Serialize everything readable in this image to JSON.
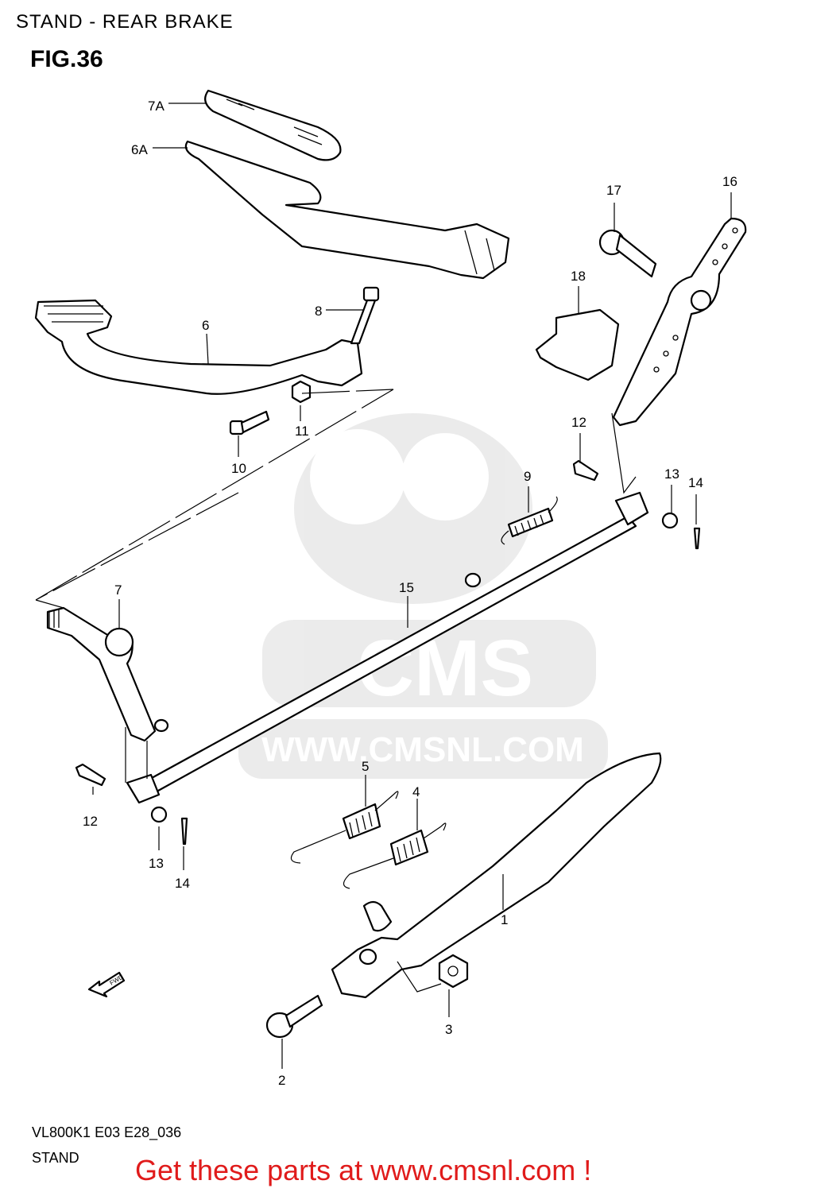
{
  "header": {
    "title": "STAND - REAR BRAKE",
    "figure": "FIG.36"
  },
  "callouts": {
    "c7A": "7A",
    "c6A": "6A",
    "c17": "17",
    "c16": "16",
    "c18": "18",
    "c8": "8",
    "c6": "6",
    "c11": "11",
    "c10": "10",
    "c12a": "12",
    "c9": "9",
    "c13a": "13",
    "c14a": "14",
    "c7": "7",
    "c15": "15",
    "c5": "5",
    "c4": "4",
    "c12b": "12",
    "c13b": "13",
    "c14b": "14",
    "c1": "1",
    "c3": "3",
    "c2": "2"
  },
  "watermark": {
    "text": "WWW.CMSNL.COM",
    "logo": "CMS"
  },
  "arrow_label": "FWD",
  "footer": {
    "model_code": "VL800K1 E03 E28_036",
    "group": "STAND",
    "promo": "Get these parts at www.cmsnl.com !"
  }
}
